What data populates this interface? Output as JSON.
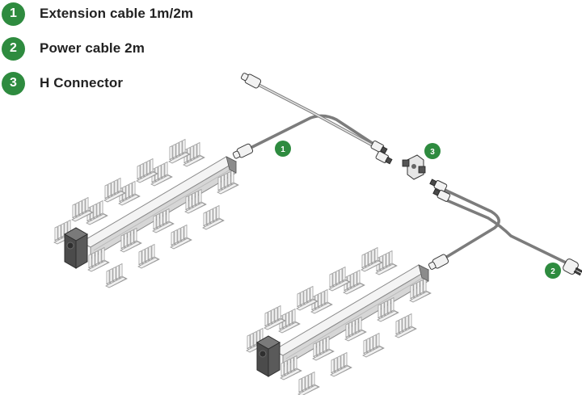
{
  "legend": [
    {
      "number": "1",
      "label": "Extension cable 1m/2m"
    },
    {
      "number": "2",
      "label": "Power cable 2m"
    },
    {
      "number": "3",
      "label": "H Connector"
    }
  ],
  "callouts": [
    "1",
    "2",
    "3"
  ],
  "colors": {
    "badge": "#2e8b3f",
    "text": "#222222",
    "cable": "#7c7c7c"
  }
}
